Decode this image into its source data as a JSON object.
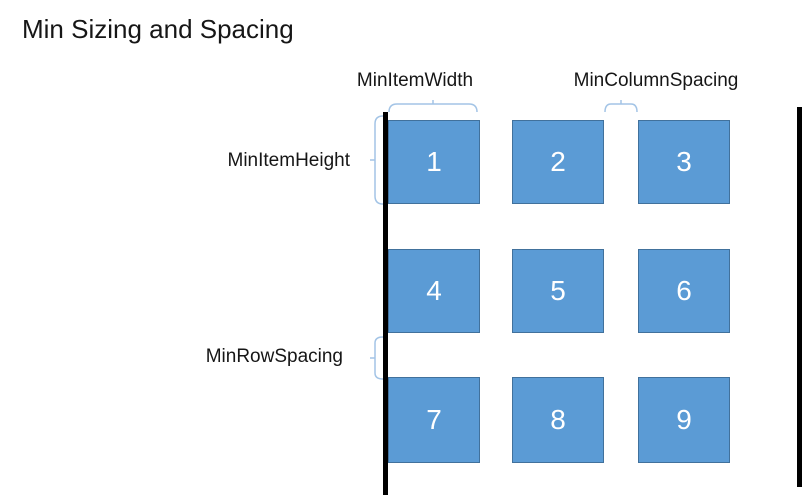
{
  "title": "Min Sizing and Spacing",
  "labels": {
    "min_item_width": "MinItemWidth",
    "min_column_spacing": "MinColumnSpacing",
    "min_item_height": "MinItemHeight",
    "min_row_spacing": "MinRowSpacing"
  },
  "grid": {
    "rows": 3,
    "columns": 3,
    "items": [
      {
        "label": "1"
      },
      {
        "label": "2"
      },
      {
        "label": "3"
      },
      {
        "label": "4"
      },
      {
        "label": "5"
      },
      {
        "label": "6"
      },
      {
        "label": "7"
      },
      {
        "label": "8"
      },
      {
        "label": "9"
      }
    ]
  },
  "colors": {
    "square_fill": "#5b9bd5",
    "square_border": "#41719c",
    "brace": "#a3c4e6",
    "line": "#000000",
    "number_text": "#ffffff",
    "label_text": "#161616"
  }
}
